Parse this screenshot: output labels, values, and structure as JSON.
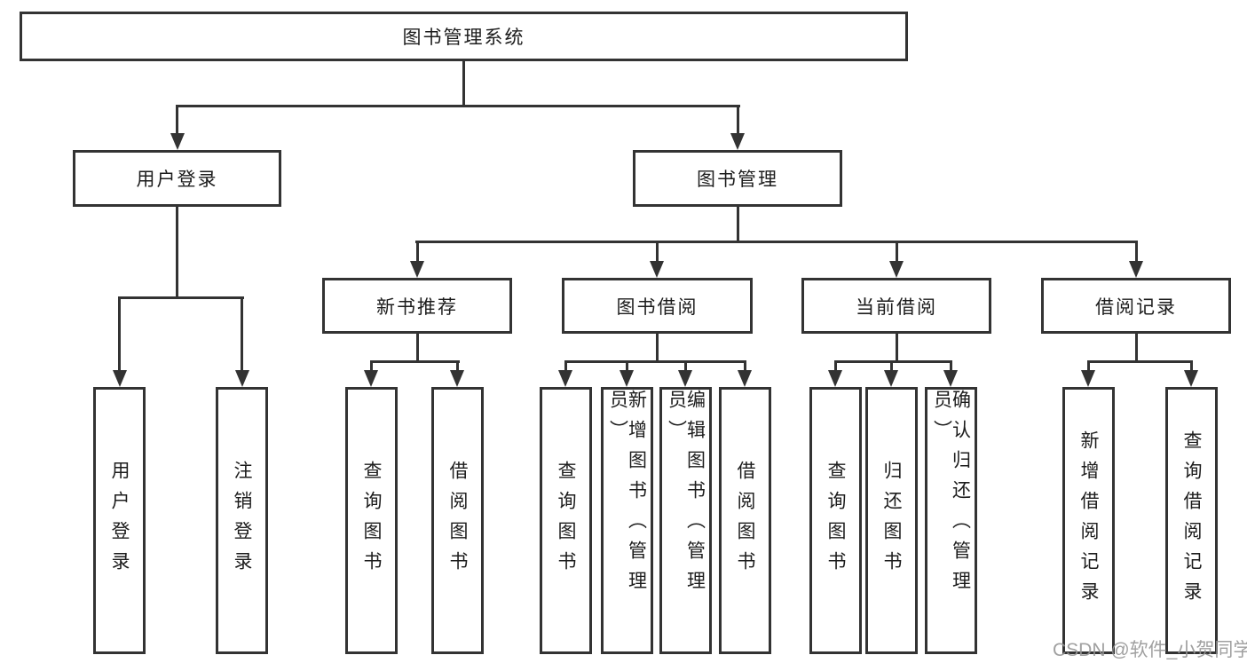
{
  "diagram": {
    "root": "图书管理系统",
    "branches": [
      {
        "label": "用户登录",
        "children": [
          "用户登录",
          "注销登录"
        ]
      },
      {
        "label": "图书管理",
        "groups": [
          {
            "label": "新书推荐",
            "children": [
              "查询图书",
              "借阅图书"
            ]
          },
          {
            "label": "图书借阅",
            "children": [
              "查询图书",
              "新增图书（管理员）",
              "编辑图书（管理员）",
              "借阅图书"
            ]
          },
          {
            "label": "当前借阅",
            "children": [
              "查询图书",
              "归还图书",
              "确认归还（管理员）"
            ]
          },
          {
            "label": "借阅记录",
            "children": [
              "新增借阅记录",
              "查询借阅记录"
            ]
          }
        ]
      }
    ]
  },
  "watermark": "CSDN @软件_小贺同学",
  "colors": {
    "line": "#333333",
    "text": "#1c1c1c",
    "background": "#ffffff",
    "watermark": "#969696"
  }
}
